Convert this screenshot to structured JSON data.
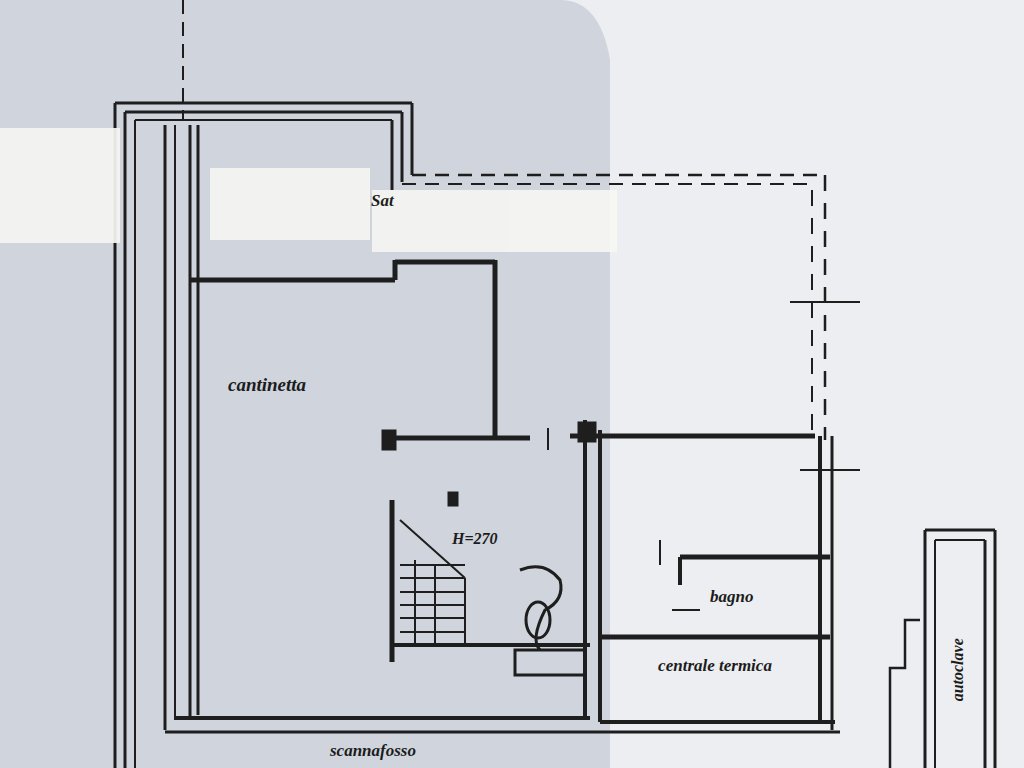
{
  "diagram": {
    "labels": [
      "Sat",
      "cantinetta",
      "H=270",
      "bagno",
      "centrale termica",
      "scannafosso",
      "autoclave"
    ]
  }
}
